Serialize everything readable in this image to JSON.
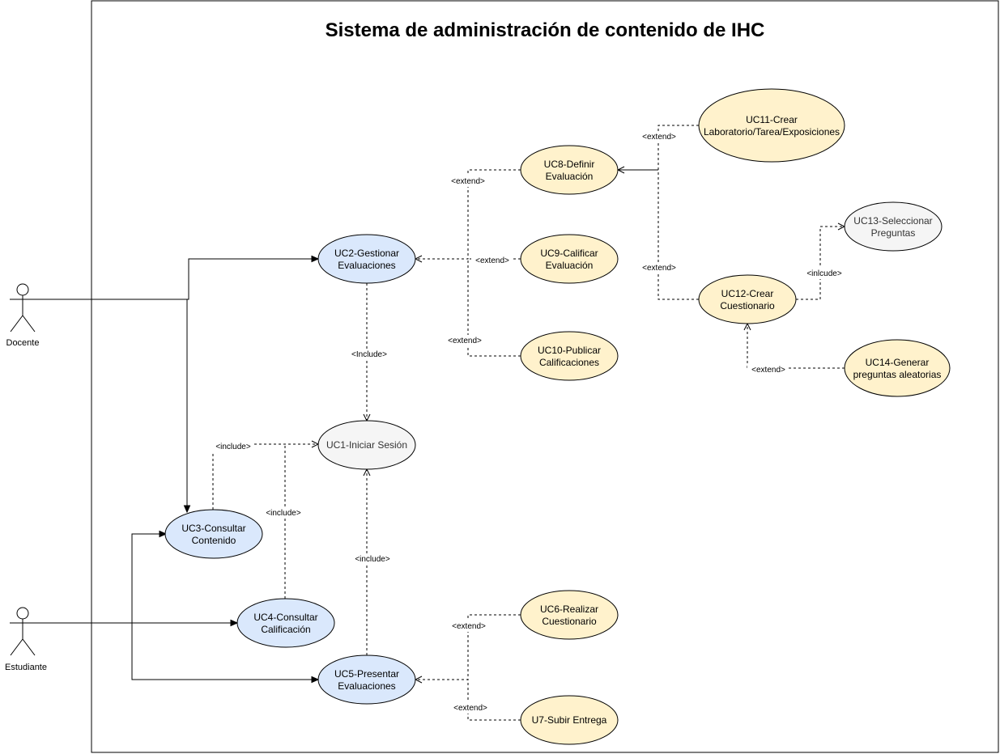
{
  "system": {
    "title": "Sistema de administración de contenido de IHC"
  },
  "actors": {
    "docente": "Docente",
    "estudiante": "Estudiante"
  },
  "use_cases": {
    "uc1": [
      "UC1-Iniciar Sesión"
    ],
    "uc2": [
      "UC2-Gestionar",
      "Evaluaciones"
    ],
    "uc3": [
      "UC3-Consultar",
      "Contenido"
    ],
    "uc4": [
      "UC4-Consultar",
      "Calificación"
    ],
    "uc5": [
      "UC5-Presentar",
      "Evaluaciones"
    ],
    "uc6": [
      "UC6-Realizar",
      "Cuestionario"
    ],
    "uc7": [
      "U7-Subir Entrega"
    ],
    "uc8": [
      "UC8-Definir",
      "Evaluación"
    ],
    "uc9": [
      "UC9-Calificar",
      "Evaluación"
    ],
    "uc10": [
      "UC10-Publicar",
      "Calificaciones"
    ],
    "uc11": [
      "UC11-Crear",
      "Laboratorio/Tarea/Exposiciones"
    ],
    "uc12": [
      "UC12-Crear",
      "Cuestionario"
    ],
    "uc13": [
      "UC13-Seleccionar",
      "Preguntas"
    ],
    "uc14": [
      "UC14-Generar",
      "preguntas aleatorias"
    ]
  },
  "relation_labels": {
    "uc2_uc1": "<Include>",
    "uc3_uc1": "<include>",
    "uc4_uc1": "<include>",
    "uc5_uc1": "<include>",
    "uc8_uc2": "<extend>",
    "uc9_uc2": "<extend>",
    "uc10_uc2": "<extend>",
    "uc11_uc8": "<extend>",
    "uc12_uc8": "<extend>",
    "uc12_uc13": "<inlcude>",
    "uc14_uc12": "<extend>",
    "uc6_uc5": "<extend>",
    "uc7_uc5": "<extend>"
  },
  "colors": {
    "actor_use_case_fill": "#dae8fc",
    "extension_use_case_fill": "#fff2cc",
    "neutral_use_case_fill": "#f5f5f5",
    "line": "#000000"
  }
}
